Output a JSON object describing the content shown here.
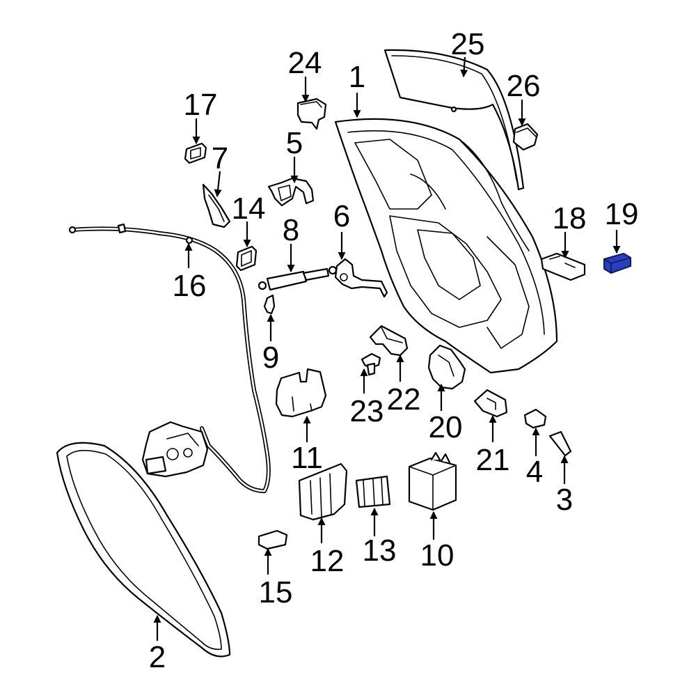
{
  "diagram": {
    "callouts": [
      "1",
      "2",
      "3",
      "4",
      "5",
      "6",
      "7",
      "8",
      "9",
      "10",
      "11",
      "12",
      "13",
      "14",
      "15",
      "16",
      "17",
      "18",
      "19",
      "20",
      "21",
      "22",
      "23",
      "24",
      "25",
      "26"
    ],
    "highlighted_part": "19",
    "highlight_color": "#2a3fb8"
  }
}
